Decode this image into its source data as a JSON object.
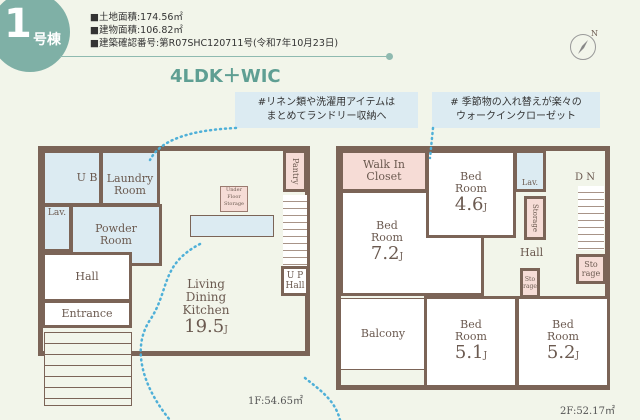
{
  "header": {
    "building_number": "1",
    "building_suffix": "号棟",
    "specs": [
      "■土地面積:174.56㎡",
      "■建物面積:106.82㎡",
      "■建築確認番号:第R07SHC120711号(令和7年10月23日)"
    ],
    "layout_type": "4LDK＋WIC",
    "accent_color": "#7fb0a6"
  },
  "callouts": [
    {
      "line1": "#リネン類や洗濯用アイテムは",
      "line2": "まとめてランドリー収納へ"
    },
    {
      "line1": "# 季節物の入れ替えが楽々の",
      "line2": "ウォークインクローゼット"
    }
  ],
  "compass": {
    "label": "N"
  },
  "floor1": {
    "area": "1F:54.65㎡",
    "rooms": {
      "ub": "U B",
      "laundry": "Laundry Room",
      "pantry": "Pantry",
      "lav": "Lav.",
      "powder": "Powder Room",
      "hall": "Hall",
      "entrance": "Entrance",
      "ldk": "Living Dining Kitchen",
      "ldk_size": "19.5",
      "up_hall": "U P Hall",
      "underfloor": "Under Floor Storage"
    }
  },
  "floor2": {
    "area": "2F:52.17㎡",
    "rooms": {
      "wic": "Walk In Closet",
      "bed1": "Bed Room",
      "bed1_size": "7.2",
      "bed2": "Bed Room",
      "bed2_size": "4.6",
      "lav": "Lav.",
      "storage1": "Storage",
      "dn": "D N",
      "hall": "Hall",
      "storage2": "Sto rage",
      "storage3": "Sto rage",
      "balcony": "Balcony",
      "bed3": "Bed Room",
      "bed3_size": "5.1",
      "bed4": "Bed Room",
      "bed4_size": "5.2"
    }
  },
  "unit": "J"
}
